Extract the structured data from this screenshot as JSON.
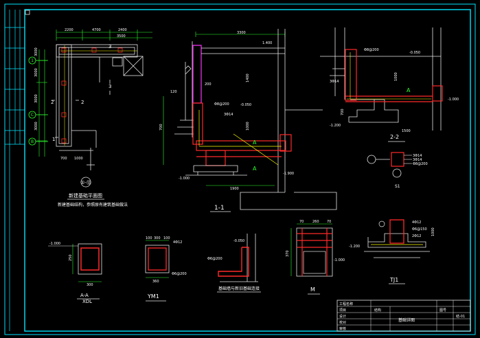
{
  "colors": {
    "background": "#000000",
    "frame": "#00e5ff",
    "rebar": "#ff2a2a",
    "dimension": "#2cff2c",
    "text": "#ffffff",
    "note": "#ffff00",
    "column": "#ff33ff"
  },
  "plan": {
    "top_dims": [
      "2200",
      "4700",
      "2400"
    ],
    "top_sub_dim": "3500",
    "axis_labels": [
      "1",
      "2",
      "3",
      "C",
      "B"
    ],
    "left_dims": [
      "3000",
      "3000",
      "3000",
      "3000"
    ],
    "section_marks": [
      "1",
      "2",
      "3"
    ],
    "bottom_dims": [
      "700",
      "1000"
    ],
    "title": "①-⑫",
    "subtitle": "新建基础平面图",
    "note": "新建基础结构，参照原有建筑基础做法"
  },
  "section_1_1": {
    "top_dim": "3300",
    "elevations": [
      "1.400",
      "-0.050",
      "-1.000",
      "-1.900"
    ],
    "height_dims": [
      "1400",
      "1000",
      "700"
    ],
    "bottom_dim": "1900",
    "labels": [
      "3Φ14",
      "Φ8@200",
      "200",
      "120"
    ],
    "marks": [
      "A",
      "A"
    ],
    "title": "1-1"
  },
  "section_2_2": {
    "elevations": [
      "-0.050",
      "-1.000",
      "-1.200"
    ],
    "height_dims": [
      "1000",
      "700"
    ],
    "bottom_dim": "1500",
    "labels": [
      "Φ8@200",
      "3Φ14"
    ],
    "marks": [
      "A"
    ],
    "title": "2-2"
  },
  "detail_a_a": {
    "dims": [
      "300",
      "250"
    ],
    "elevation": "-1.000",
    "title": "A-A",
    "subtitle": "XDL"
  },
  "detail_ym1": {
    "dims": [
      "100",
      "300",
      "100",
      "360"
    ],
    "labels": [
      "4Φ12",
      "Φ6@200"
    ],
    "title": "YM1"
  },
  "detail_wall": {
    "labels": [
      "Φ6@200",
      "-0.050"
    ],
    "title": "基础墙与新旧基础连接"
  },
  "detail_m": {
    "dims": [
      "70",
      "260",
      "70",
      "370"
    ],
    "elevation": "-1.000",
    "title": "M"
  },
  "detail_tj1": {
    "labels": [
      "4Φ12",
      "Φ6@150",
      "2Φ12"
    ],
    "elevation": "-1.200",
    "dim": "1000",
    "title": "TJ1"
  },
  "small_section": {
    "labels": [
      "3Φ14",
      "3Φ14",
      "Φ8@200"
    ],
    "title": "S1"
  },
  "title_block": {
    "rows": [
      "工程名称",
      "项目",
      "设计",
      "校对",
      "审核"
    ],
    "drawing_name": "基础详图",
    "sheet_label": "图号",
    "sheet_no": "结-01",
    "project": "结构"
  }
}
